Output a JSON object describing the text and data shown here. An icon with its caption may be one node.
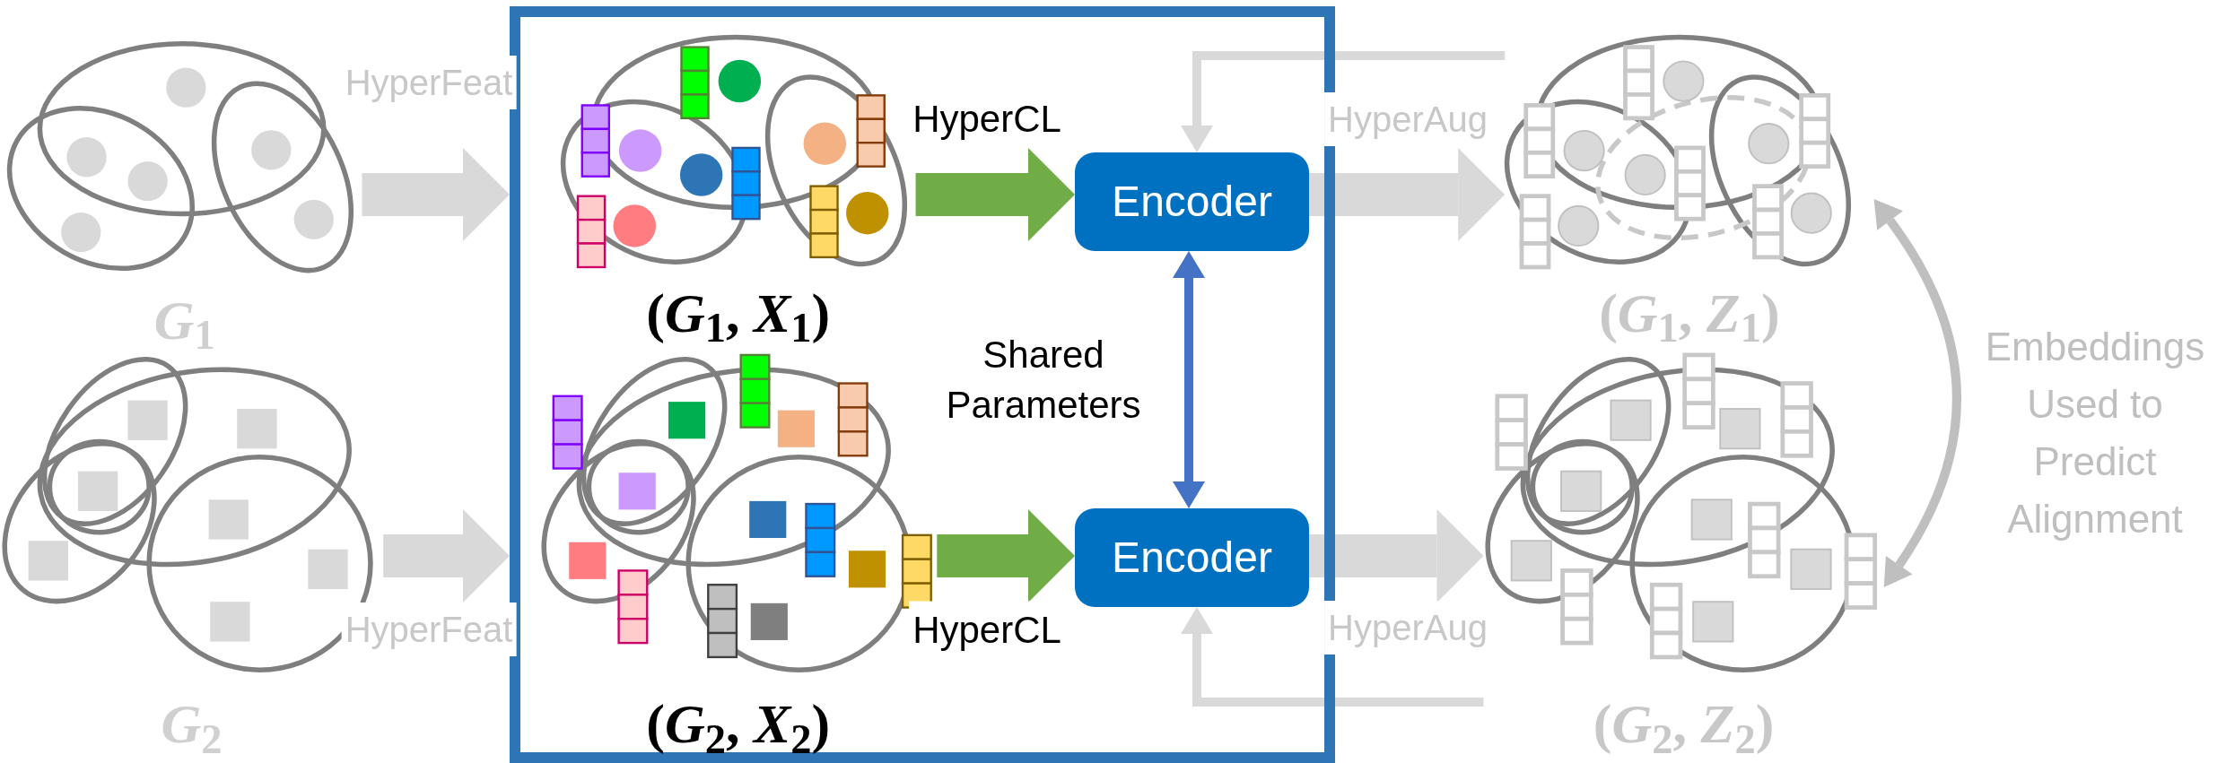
{
  "diagram": {
    "nodes": [
      {
        "text": [
          "*G*$_{1}$"
        ]
      },
      {
        "text": [
          "*G*$_{2}$"
        ]
      },
      {
        "text": [],
        "shape": "box"
      },
      {
        "text": [
          "(*G*$_{1}$, *X*$_{1}$)"
        ],
        "in": 2
      },
      {
        "text": [
          "(*G*$_{2}$, *X*$_{2}$)"
        ],
        "in": 2
      },
      {
        "text": [
          "Encoder"
        ],
        "in": 2
      },
      {
        "text": [
          "Encoder"
        ],
        "in": 2
      },
      {
        "text": [
          "(*G*$_{1}$, *Z*$_{1}$)"
        ]
      },
      {
        "text": [
          "(*G*$_{2}$, *Z*$_{2}$)"
        ]
      }
    ],
    "edges": [
      {
        "from": 0,
        "to": 2,
        "arrow": "to",
        "label": "HyperFeat"
      },
      {
        "from": 1,
        "to": 2,
        "arrow": "to",
        "label": "HyperFeat"
      },
      {
        "from": 3,
        "to": 5,
        "arrow": "to",
        "label": "HyperCL",
        "color": "#70ad47"
      },
      {
        "from": 4,
        "to": 6,
        "arrow": "to",
        "label": "HyperCL",
        "color": "#70ad47"
      },
      {
        "from": 5,
        "to": 6,
        "arrow": "both",
        "label": "Shared Parameters",
        "color": "#4472c4"
      },
      {
        "from": 5,
        "to": 7,
        "arrow": "to",
        "label": "HyperAug"
      },
      {
        "from": 6,
        "to": 8,
        "arrow": "to",
        "label": "HyperAug"
      },
      {
        "from": 7,
        "to": 5,
        "arrow": "to"
      },
      {
        "from": 8,
        "to": 6,
        "arrow": "to"
      },
      {
        "from": 7,
        "to": 8,
        "arrow": "both",
        "label": "Embeddings Used to Predict Alignment",
        "color": "#bfbfbf"
      }
    ]
  }
}
